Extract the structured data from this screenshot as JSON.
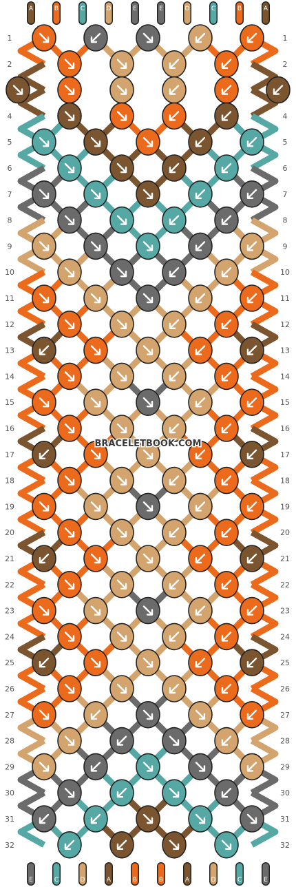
{
  "colors": {
    "A": "#7a5530",
    "B": "#ec6a1c",
    "C": "#55a8a4",
    "D": "#d3a46d",
    "E": "#6b6b6b"
  },
  "top_strings": [
    "A",
    "B",
    "C",
    "D",
    "E",
    "E",
    "D",
    "C",
    "B",
    "A"
  ],
  "bottom_strings": [
    "E",
    "C",
    "D",
    "A",
    "B",
    "B",
    "A",
    "D",
    "C",
    "E"
  ],
  "row_numbers": [
    "1",
    "2",
    "3",
    "4",
    "5",
    "6",
    "7",
    "8",
    "9",
    "10",
    "11",
    "12",
    "13",
    "14",
    "15",
    "16",
    "17",
    "18",
    "19",
    "20",
    "21",
    "22",
    "23",
    "24",
    "25",
    "26",
    "27",
    "28",
    "29",
    "30",
    "31",
    "32"
  ],
  "knots": [
    [
      [
        "B",
        "R"
      ],
      [
        "E",
        "L"
      ],
      [
        "E",
        "R"
      ],
      [
        "D",
        "L"
      ],
      [
        "B",
        "L"
      ]
    ],
    [
      [
        "B",
        "R"
      ],
      [
        "D",
        "R"
      ],
      [
        "D",
        "L"
      ],
      [
        "B",
        "L"
      ]
    ],
    [
      [
        "A",
        "R"
      ],
      [
        "B",
        "R"
      ],
      [
        "D",
        "R"
      ],
      [
        "D",
        "L"
      ],
      [
        "B",
        "L"
      ],
      [
        "A",
        "L"
      ]
    ],
    [
      [
        "A",
        "R"
      ],
      [
        "B",
        "R"
      ],
      [
        "B",
        "L"
      ],
      [
        "A",
        "L"
      ]
    ],
    [
      [
        "C",
        "R"
      ],
      [
        "A",
        "R"
      ],
      [
        "B",
        "R"
      ],
      [
        "A",
        "L"
      ],
      [
        "C",
        "L"
      ]
    ],
    [
      [
        "C",
        "R"
      ],
      [
        "A",
        "R"
      ],
      [
        "A",
        "L"
      ],
      [
        "C",
        "L"
      ]
    ],
    [
      [
        "E",
        "R"
      ],
      [
        "C",
        "R"
      ],
      [
        "A",
        "R"
      ],
      [
        "C",
        "L"
      ],
      [
        "E",
        "L"
      ]
    ],
    [
      [
        "E",
        "R"
      ],
      [
        "C",
        "R"
      ],
      [
        "C",
        "L"
      ],
      [
        "E",
        "L"
      ]
    ],
    [
      [
        "D",
        "R"
      ],
      [
        "E",
        "R"
      ],
      [
        "C",
        "R"
      ],
      [
        "E",
        "L"
      ],
      [
        "D",
        "L"
      ]
    ],
    [
      [
        "D",
        "R"
      ],
      [
        "E",
        "R"
      ],
      [
        "E",
        "L"
      ],
      [
        "D",
        "L"
      ]
    ],
    [
      [
        "B",
        "R"
      ],
      [
        "D",
        "R"
      ],
      [
        "E",
        "R"
      ],
      [
        "D",
        "L"
      ],
      [
        "B",
        "L"
      ]
    ],
    [
      [
        "B",
        "R"
      ],
      [
        "D",
        "R"
      ],
      [
        "D",
        "L"
      ],
      [
        "B",
        "L"
      ]
    ],
    [
      [
        "A",
        "L"
      ],
      [
        "B",
        "R"
      ],
      [
        "D",
        "R"
      ],
      [
        "B",
        "L"
      ],
      [
        "A",
        "L"
      ]
    ],
    [
      [
        "B",
        "R"
      ],
      [
        "D",
        "R"
      ],
      [
        "D",
        "L"
      ],
      [
        "B",
        "L"
      ]
    ],
    [
      [
        "B",
        "R"
      ],
      [
        "D",
        "R"
      ],
      [
        "E",
        "R"
      ],
      [
        "D",
        "L"
      ],
      [
        "B",
        "L"
      ]
    ],
    [
      [
        "B",
        "R"
      ],
      [
        "D",
        "R"
      ],
      [
        "D",
        "L"
      ],
      [
        "B",
        "L"
      ]
    ],
    [
      [
        "A",
        "L"
      ],
      [
        "B",
        "R"
      ],
      [
        "D",
        "R"
      ],
      [
        "B",
        "L"
      ],
      [
        "A",
        "L"
      ]
    ],
    [
      [
        "B",
        "R"
      ],
      [
        "D",
        "R"
      ],
      [
        "D",
        "L"
      ],
      [
        "B",
        "L"
      ]
    ],
    [
      [
        "B",
        "R"
      ],
      [
        "D",
        "R"
      ],
      [
        "E",
        "R"
      ],
      [
        "D",
        "L"
      ],
      [
        "B",
        "L"
      ]
    ],
    [
      [
        "B",
        "R"
      ],
      [
        "D",
        "R"
      ],
      [
        "D",
        "L"
      ],
      [
        "B",
        "L"
      ]
    ],
    [
      [
        "A",
        "L"
      ],
      [
        "B",
        "R"
      ],
      [
        "D",
        "R"
      ],
      [
        "B",
        "L"
      ],
      [
        "A",
        "L"
      ]
    ],
    [
      [
        "B",
        "R"
      ],
      [
        "D",
        "R"
      ],
      [
        "D",
        "L"
      ],
      [
        "B",
        "L"
      ]
    ],
    [
      [
        "B",
        "R"
      ],
      [
        "D",
        "R"
      ],
      [
        "E",
        "R"
      ],
      [
        "D",
        "L"
      ],
      [
        "B",
        "L"
      ]
    ],
    [
      [
        "B",
        "R"
      ],
      [
        "D",
        "R"
      ],
      [
        "D",
        "L"
      ],
      [
        "B",
        "L"
      ]
    ],
    [
      [
        "A",
        "L"
      ],
      [
        "B",
        "R"
      ],
      [
        "D",
        "R"
      ],
      [
        "B",
        "L"
      ],
      [
        "A",
        "L"
      ]
    ],
    [
      [
        "B",
        "R"
      ],
      [
        "D",
        "R"
      ],
      [
        "D",
        "L"
      ],
      [
        "B",
        "L"
      ]
    ],
    [
      [
        "B",
        "R"
      ],
      [
        "D",
        "L"
      ],
      [
        "E",
        "R"
      ],
      [
        "D",
        "R"
      ],
      [
        "B",
        "L"
      ]
    ],
    [
      [
        "D",
        "R"
      ],
      [
        "E",
        "L"
      ],
      [
        "E",
        "R"
      ],
      [
        "D",
        "L"
      ]
    ],
    [
      [
        "D",
        "R"
      ],
      [
        "E",
        "L"
      ],
      [
        "C",
        "R"
      ],
      [
        "E",
        "R"
      ],
      [
        "D",
        "L"
      ]
    ],
    [
      [
        "E",
        "R"
      ],
      [
        "C",
        "L"
      ],
      [
        "C",
        "R"
      ],
      [
        "E",
        "L"
      ]
    ],
    [
      [
        "E",
        "L"
      ],
      [
        "C",
        "L"
      ],
      [
        "A",
        "R"
      ],
      [
        "C",
        "R"
      ],
      [
        "E",
        "R"
      ]
    ],
    [
      [
        "C",
        "L"
      ],
      [
        "A",
        "L"
      ],
      [
        "A",
        "R"
      ],
      [
        "C",
        "R"
      ]
    ]
  ],
  "watermark": "BRACELETBOOK.COM"
}
